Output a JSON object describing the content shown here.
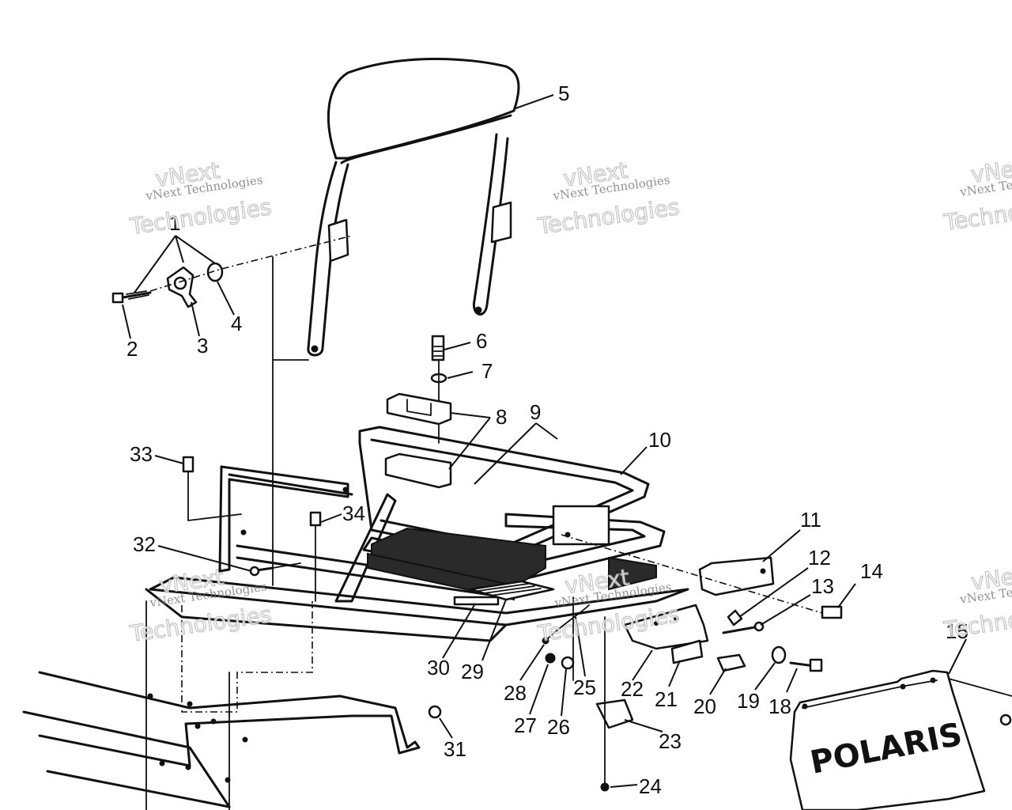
{
  "watermark": {
    "line1": "vNext Technologies",
    "line2": "vNext",
    "line3": "Technologies"
  },
  "brand": {
    "mud_flap_text": "POLARIS"
  },
  "callouts": {
    "c1": "1",
    "c2": "2",
    "c3": "3",
    "c4": "4",
    "c5": "5",
    "c6": "6",
    "c7": "7",
    "c8": "8",
    "c9": "9",
    "c10": "10",
    "c11": "11",
    "c12": "12",
    "c13": "13",
    "c14": "14",
    "c15": "15",
    "c18": "18",
    "c19": "19",
    "c20": "20",
    "c21": "21",
    "c22": "22",
    "c23": "23",
    "c24": "24",
    "c25": "25",
    "c26": "26",
    "c27": "27",
    "c28": "28",
    "c29": "29",
    "c30": "30",
    "c31": "31",
    "c32": "32",
    "c33": "33",
    "c34": "34"
  },
  "colors": {
    "line": "#111111",
    "background": "#ffffff",
    "watermark": "#b9b9b9"
  }
}
